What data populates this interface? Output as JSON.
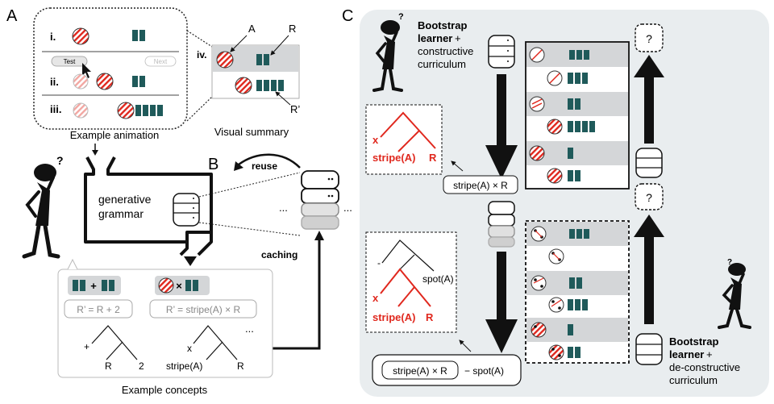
{
  "panelA": {
    "letter": "A",
    "rows": [
      "i.",
      "ii.",
      "iii."
    ],
    "test_label": "Test",
    "next_label": "Next",
    "caption": "Example animation",
    "summary_row": "iv.",
    "summary_labels": {
      "a": "A",
      "r": "R",
      "rp": "R’"
    },
    "summary_caption": "Visual summary"
  },
  "panelB": {
    "letter": "B",
    "reuse": "reuse",
    "caching": "caching",
    "grammar_line1": "generative",
    "grammar_line2": "grammar",
    "ellipsis": "...",
    "ellipsis2": "...",
    "ellipsis3": "...",
    "concept1_formula": "R’ = R + 2",
    "concept2_formula": "R’ = stripe(A) × R",
    "plus_sign": "+",
    "times_sign": "×",
    "tree1": {
      "root": "+",
      "left": "R",
      "right": "2"
    },
    "tree2": {
      "root": "x",
      "left": "stripe(A)",
      "right": "R"
    },
    "caption": "Example concepts"
  },
  "panelC": {
    "letter": "C",
    "learner1_line1": "Bootstrap",
    "learner1_line2": "learner",
    "learner1_line3": "constructive",
    "learner1_line4": "curriculum",
    "plus": "+",
    "learner2_line1": "Bootstrap",
    "learner2_line2": "learner",
    "learner2_line3": "de-constructive",
    "learner2_line4": "curriculum",
    "plus2": "+",
    "tree_top": {
      "root": "x",
      "left": "stripe(A)",
      "right": "R"
    },
    "tree_bottom": {
      "root": "-",
      "mid": "x",
      "right": "spot(A)",
      "left": "stripe(A)",
      "leaf": "R"
    },
    "formula1": "stripe(A) × R",
    "formula2_boxed": "stripe(A) × R",
    "formula2_rest": "− spot(A)",
    "question": "?",
    "question2": "?"
  },
  "colors": {
    "teal": "#1f5a5a",
    "red": "#e0281e",
    "gray_bg": "#e9edef",
    "row_bg": "#d4d6d8"
  }
}
